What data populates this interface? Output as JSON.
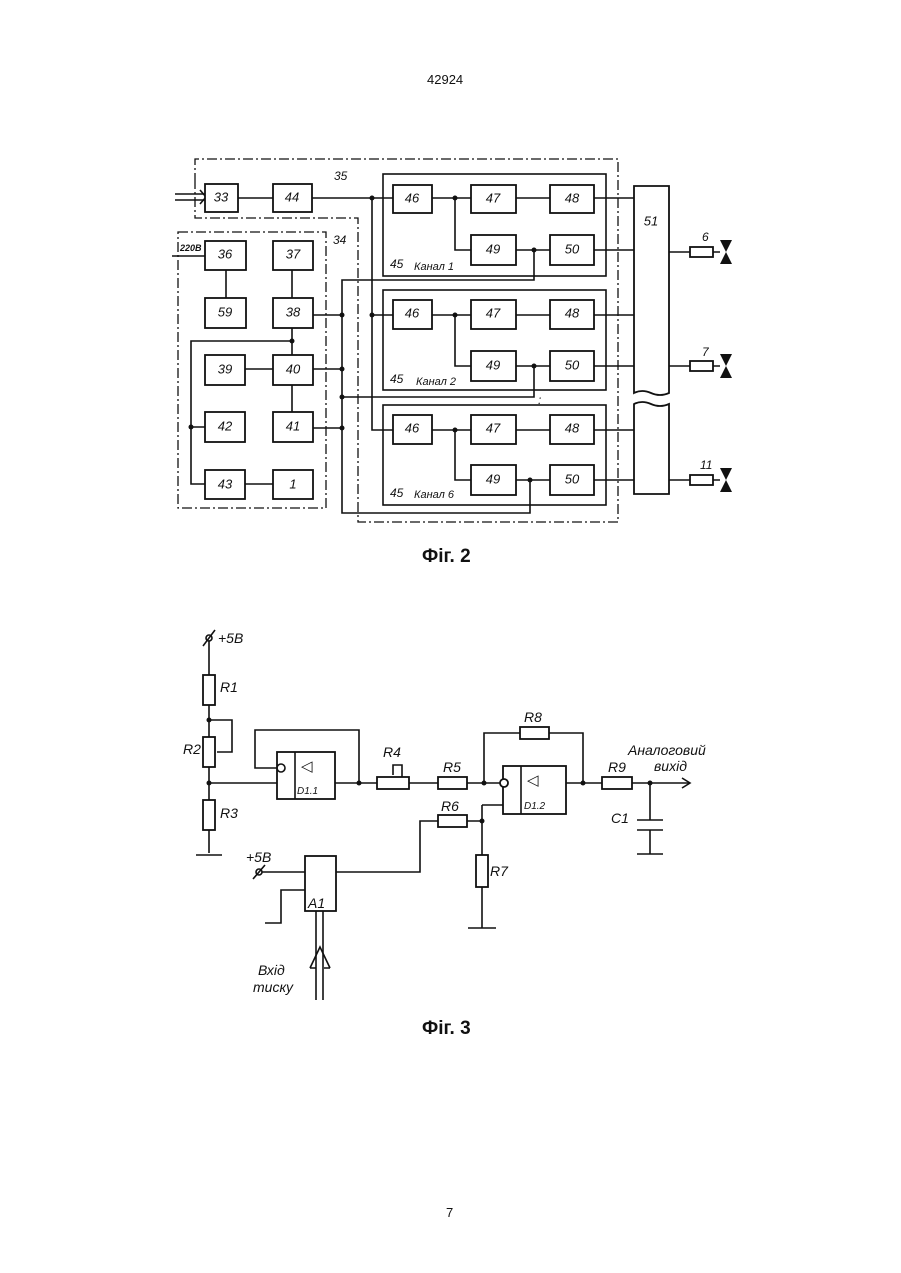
{
  "header": {
    "doc_number": "42924"
  },
  "footer": {
    "page_number": "7"
  },
  "figure2": {
    "caption": "Фіг. 2",
    "blocks": [
      "33",
      "44",
      "46",
      "47",
      "48",
      "49",
      "50",
      "51",
      "36",
      "37",
      "59",
      "38",
      "39",
      "40",
      "42",
      "41",
      "43",
      "1"
    ],
    "labels": {
      "35": "35",
      "34": "34",
      "supply": "220В",
      "ch_num": "45",
      "ch1": "Канал 1",
      "ch2": "Канал 2",
      "ch6": "Канал 6",
      "out6": "6",
      "out7": "7",
      "out11": "11",
      "dots": ":"
    }
  },
  "figure3": {
    "caption": "Фіг. 3",
    "labels": {
      "vcc_top": "+5В",
      "vcc_left": "+5В",
      "R1": "R1",
      "R2": "R2",
      "R3": "R3",
      "R4": "R4",
      "R5": "R5",
      "R6": "R6",
      "R7": "R7",
      "R8": "R8",
      "R9": "R9",
      "C1": "C1",
      "D1_1": "D1.1",
      "D1_2": "D1.2",
      "A1": "A1",
      "out_line1": "Аналоговий",
      "out_line2": "вихід",
      "in_line1": "Вхід",
      "in_line2": "тиску",
      "opamp_symbol": "◁"
    }
  }
}
